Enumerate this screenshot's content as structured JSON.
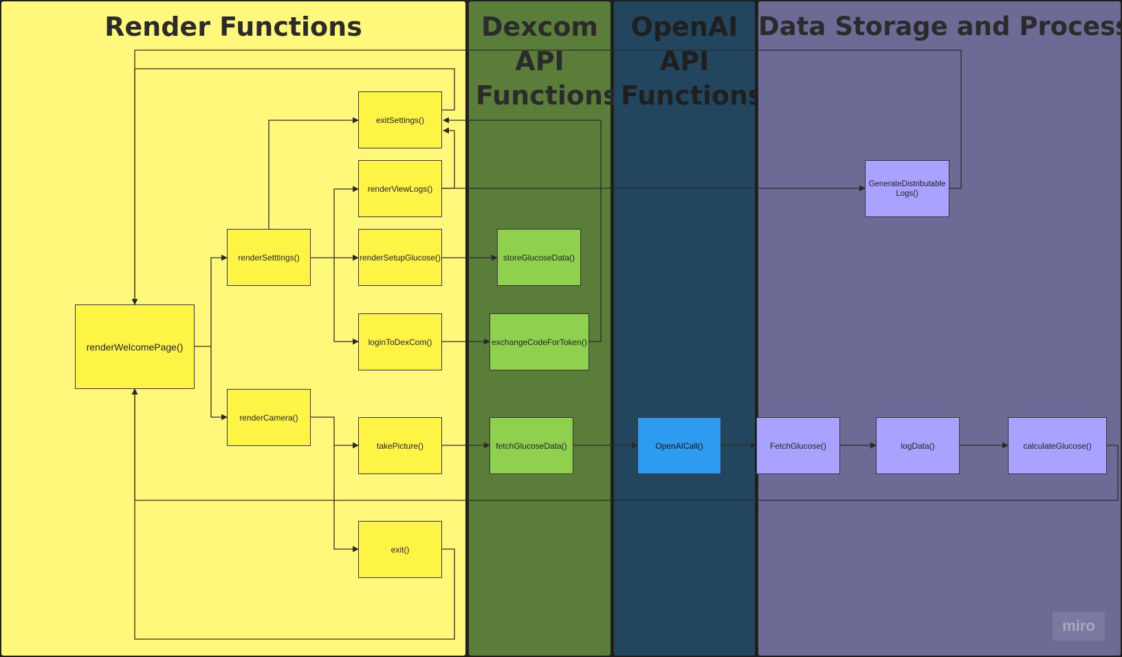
{
  "lanes": {
    "render": {
      "title": "Render Functions",
      "color": "#fff87a"
    },
    "dexcom": {
      "title": "Dexcom API Functions",
      "color": "#5b7d3a"
    },
    "openai": {
      "title": "OpenAI API Functions",
      "color": "#23465f"
    },
    "storage": {
      "title": "Data Storage and Processing",
      "color": "#6d6a96"
    }
  },
  "nodes": {
    "renderWelcomePage": "renderWelcomePage()",
    "renderSettings": "renderSetttings()",
    "renderCamera": "renderCamera()",
    "exitSettings": "exitSettings()",
    "renderViewLogs": "renderViewLogs()",
    "renderSetupGlucose": "renderSetupGlucose()",
    "loginToDexCom": "loginToDexCom()",
    "takePicture": "takePicture()",
    "exit": "exit()",
    "storeGlucoseData": "storeGlucoseData()",
    "exchangeCodeForToken": "exchangeCodeForToken()",
    "fetchGlucoseData": "fetchGlucoseData()",
    "openAICall": "OpenAICall()",
    "generateDistributableLogs": "GenerateDistributable Logs()",
    "fetchGlucose": "FetchGlucose()",
    "logData": "logData()",
    "calculateGlucose": "calculateGlucose()"
  },
  "watermark": "miro"
}
